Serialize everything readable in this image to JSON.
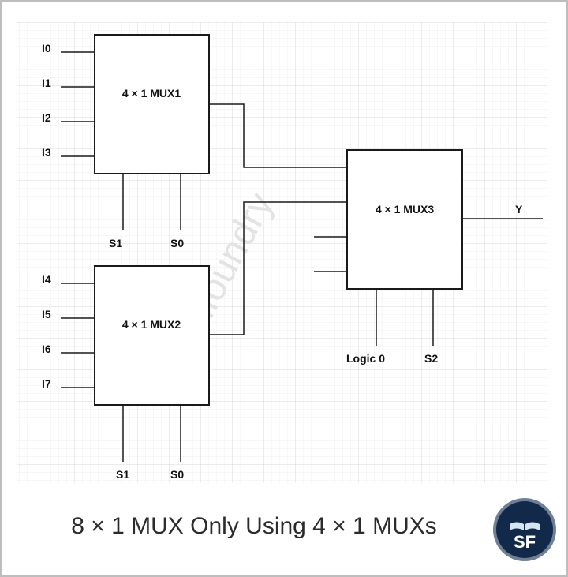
{
  "mux1": {
    "title": "4 × 1 MUX1",
    "inputs": [
      "I0",
      "I1",
      "I2",
      "I3"
    ],
    "selects": [
      "S1",
      "S0"
    ]
  },
  "mux2": {
    "title": "4 × 1 MUX2",
    "inputs": [
      "I4",
      "I5",
      "I6",
      "I7"
    ],
    "selects": [
      "S1",
      "S0"
    ]
  },
  "mux3": {
    "title": "4 × 1 MUX3",
    "output": "Y",
    "selects": [
      "Logic 0",
      "S2"
    ]
  },
  "watermark": "Sanfoundry",
  "caption": "8 × 1 MUX Only Using 4 × 1 MUXs",
  "logo": {
    "text": "SF",
    "icon": "open-book-icon"
  },
  "colors": {
    "grid": "#dcdcdc",
    "line": "#1a1a1a",
    "logo_bg": "#13294a",
    "logo_ring": "#6f7f95"
  }
}
